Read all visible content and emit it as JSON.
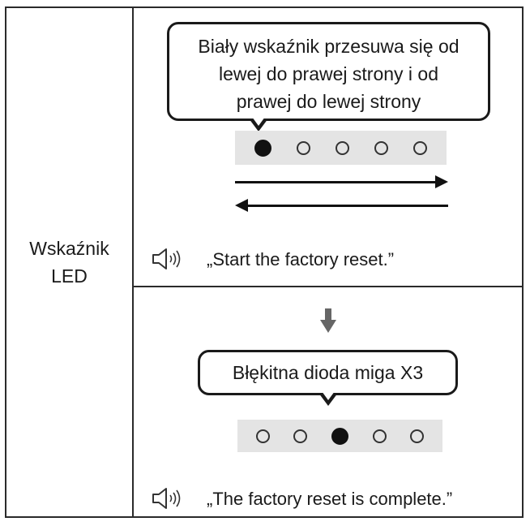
{
  "label": {
    "line1": "Wskaźnik",
    "line2": "LED"
  },
  "step1": {
    "bubble_line1": "Biały wskaźnik przesuwa się od",
    "bubble_line2": "lewej do prawej strony i od",
    "bubble_line3": "prawej do lewej strony",
    "leds": [
      true,
      false,
      false,
      false,
      false
    ],
    "voice": "„Start the factory reset.”",
    "speaker_icon": "speaker-icon"
  },
  "step2": {
    "bubble": "Błękitna dioda miga X3",
    "leds": [
      false,
      false,
      true,
      false,
      false
    ],
    "voice": "„The factory reset is complete.”",
    "speaker_icon": "speaker-icon",
    "transition_icon": "down-arrow-icon"
  },
  "colors": {
    "border": "#2a2a2a",
    "strip": "#e4e4e4",
    "led_on": "#111111"
  }
}
